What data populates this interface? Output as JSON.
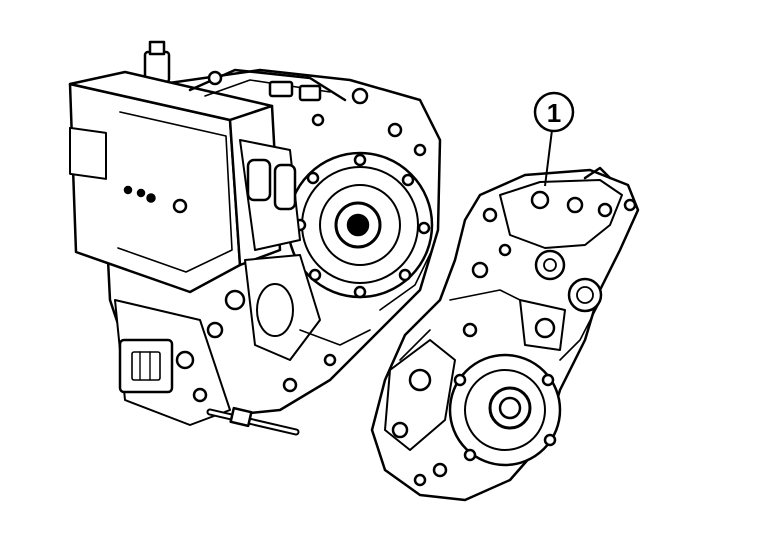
{
  "figure": {
    "background": "#ffffff",
    "line_color": "#000000",
    "components": [
      {
        "name": "transmission-assembly",
        "icon": "transmission-assembly-icon"
      },
      {
        "name": "case-half",
        "icon": "case-half-icon"
      }
    ],
    "callouts": [
      {
        "label": "1",
        "target": "case-half"
      }
    ]
  }
}
